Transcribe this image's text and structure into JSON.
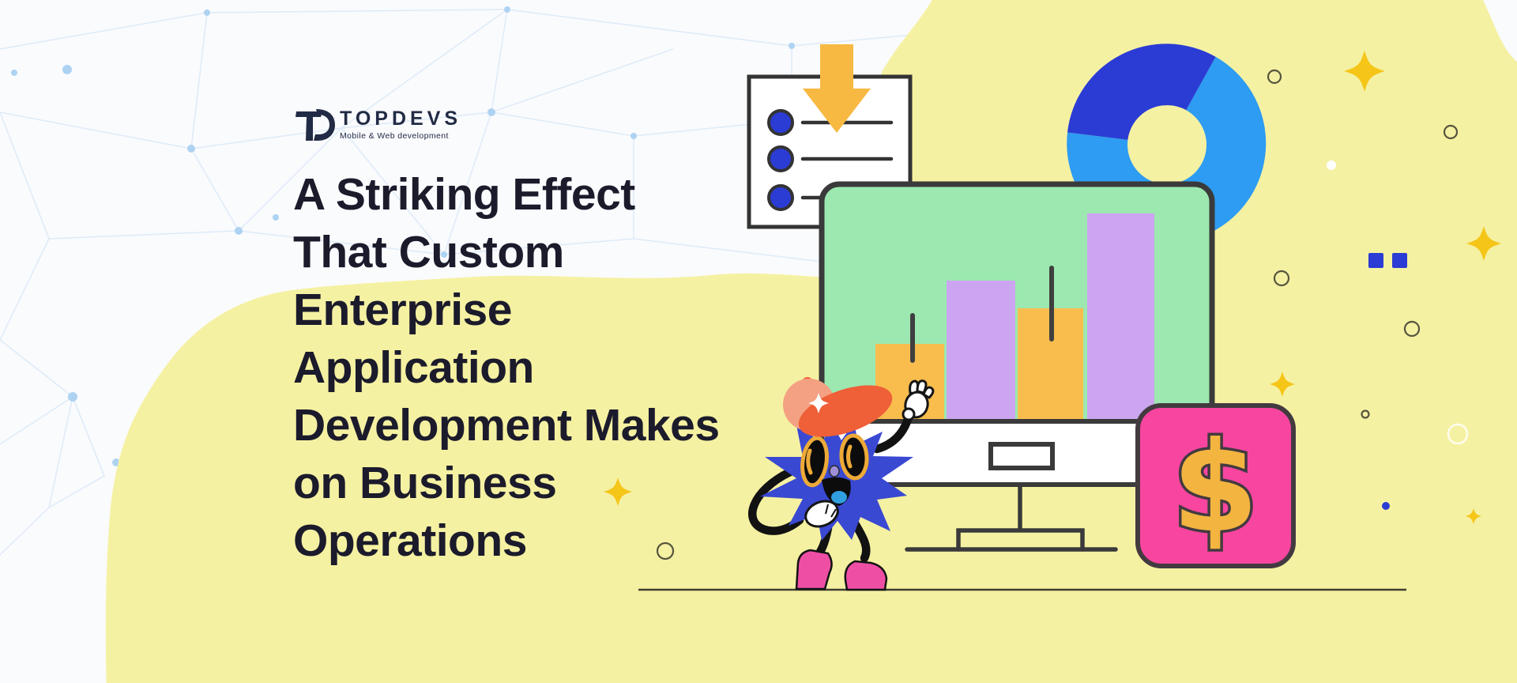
{
  "logo": {
    "monogram": "TD",
    "name": "TOPDEVS",
    "tagline": "Mobile & Web development"
  },
  "hero": {
    "title_lines": [
      "A Striking Effect",
      "That Custom",
      "Enterprise",
      "Application",
      "Development Makes",
      "on Business",
      "Operations"
    ]
  },
  "illustration": {
    "dollar_sign": "$",
    "icons": [
      "download-arrow-icon",
      "checklist-document-icon",
      "donut-chart-icon",
      "bar-chart-monitor-icon",
      "dollar-card-icon",
      "mascot-character"
    ],
    "bar_chart_relative_heights": [
      95,
      175,
      140,
      260
    ],
    "donut_segments": [
      "dark-blue",
      "light-blue"
    ]
  },
  "colors": {
    "bg": "#fafbfd",
    "heading": "#1b1b2c",
    "navy": "#222b45",
    "yellow": "#f5f1a2",
    "mesh-line": "#d7e7f6",
    "mesh-dot": "#aed3f2",
    "ink": "#333333",
    "green": "#9ce8b0",
    "orange": "#f9bd4d",
    "purple": "#cba5f0",
    "arrow": "#f8b942",
    "blue-royal": "#2b3cd4",
    "blue-light": "#2d9cf2",
    "pink": "#f846a0",
    "gold": "#f3b440",
    "star": "#f5c518",
    "cap": "#ef5f38",
    "salmon": "#f4a183",
    "mascot": "#3a49d2",
    "boot": "#ee4fa4",
    "tongue": "#2f9fe0",
    "eye-rim": "#edaa38",
    "nose": "#9f8fd8",
    "olive": "#3f3f33"
  }
}
